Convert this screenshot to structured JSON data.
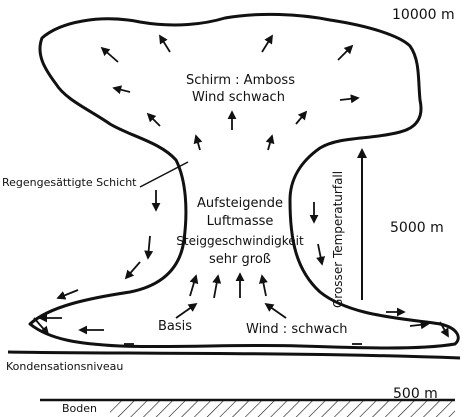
{
  "labels": {
    "alt_top": "10000 m",
    "alt_mid": "5000 m",
    "alt_low": "500 m",
    "anvil_line1": "Schirm : Amboss",
    "anvil_line2": "Wind   schwach",
    "rain_layer": "Regengesättigte Schicht",
    "rising_line1": "Aufsteigende",
    "rising_line2": "Luftmasse",
    "rising_line3": "Steiggeschwindigkeit",
    "rising_line4": "sehr groß",
    "temperature_gradient": "Grosser Temperaturfall",
    "base": "Basis",
    "base_wind": "Wind : schwach",
    "condensation_level": "Kondensationsniveau",
    "ground": "Boden"
  }
}
